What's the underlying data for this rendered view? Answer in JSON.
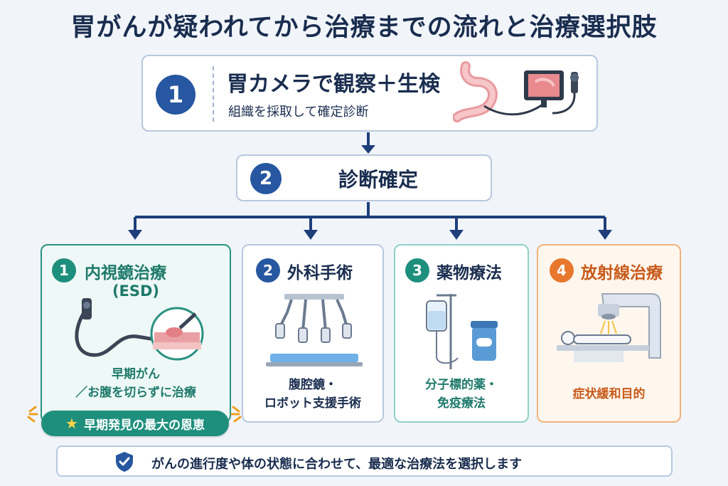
{
  "title": "胃がんが疑われてから治療までの流れと治療選択肢",
  "step1": {
    "number": "1",
    "heading": "胃カメラで観察＋生検",
    "sub": "組織を採取して確定診断"
  },
  "step2": {
    "number": "2",
    "heading": "診断確定"
  },
  "options": [
    {
      "number": "1",
      "heading": "内視鏡治療",
      "subheading": "(ESD)",
      "desc_line1": "早期がん",
      "desc_line2": "／お腹を切らずに治療",
      "color": "#1f8f7d"
    },
    {
      "number": "2",
      "heading": "外科手術",
      "desc_line1": "腹腔鏡・",
      "desc_line2": "ロボット支援手術",
      "color": "#2657a0"
    },
    {
      "number": "3",
      "heading": "薬物療法",
      "desc_line1": "分子標的薬・",
      "desc_line2": "免疫療法",
      "color": "#1f8f7d"
    },
    {
      "number": "4",
      "heading": "放射線治療",
      "desc_line1": "症状緩和目的",
      "color": "#e8772e"
    }
  ],
  "badge": {
    "text": "早期発見の最大の恩恵",
    "icon": "star-icon"
  },
  "footer": {
    "text": "がんの進行度や体の状態に合わせて、最適な治療法を選択します",
    "icon": "shield-check-icon"
  }
}
